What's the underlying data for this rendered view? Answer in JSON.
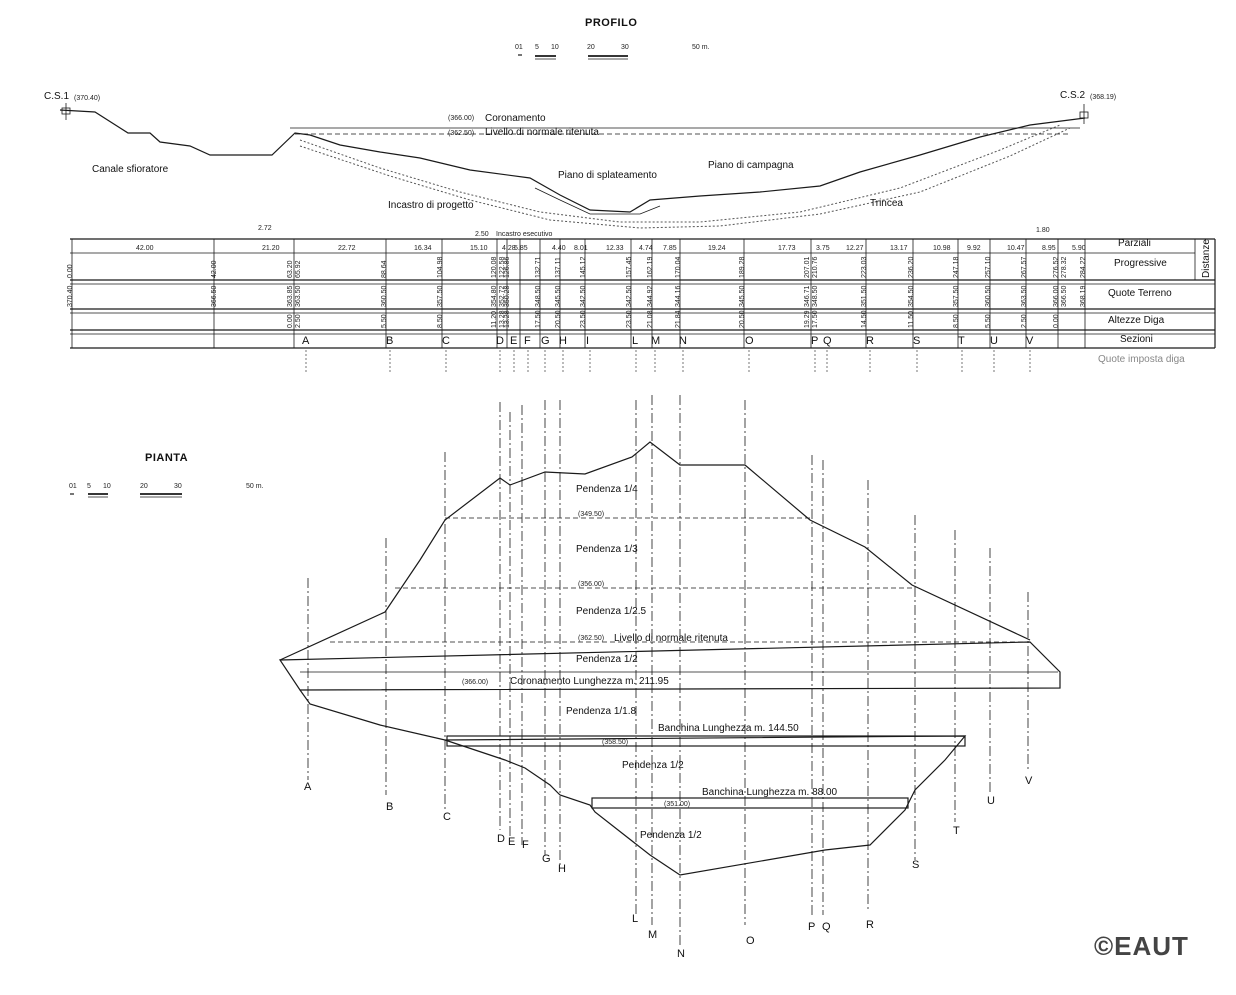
{
  "profile": {
    "title": "PROFILO",
    "scale_ticks": [
      "01",
      "5",
      "10",
      "20",
      "30"
    ],
    "scale_unit": "50 m.",
    "cs1": "C.S.1",
    "cs1_elev": "(370.40)",
    "cs2": "C.S.2",
    "cs2_elev": "(368.19)",
    "crest_elev": "(366.00)",
    "crest_label": "Coronamento",
    "normal_elev": "(362.50)",
    "normal_label": "Livello di normale ritenuta",
    "spillway": "Canale sfioratore",
    "plateau": "Piano di splateamento",
    "ground": "Piano di campagna",
    "design_key": "Incastro di progetto",
    "trench": "Trincea",
    "exec_key": "Incastro esecutivo",
    "v_272": "2.72",
    "v_250": "2.50",
    "v_180": "1.80",
    "partials": [
      "42.00",
      "21.20",
      "22.72",
      "16.34",
      "15.10",
      "4.28",
      "5.85",
      "4.40",
      "8.01",
      "12.33",
      "4.74",
      "7.85",
      "19.24",
      "17.73",
      "3.75",
      "12.27",
      "13.17",
      "10.98",
      "9.92",
      "10.47",
      "8.95",
      "5.90"
    ],
    "progressives": [
      "0.00",
      "42.00",
      "63.20\n65.92",
      "88.64",
      "104.98",
      "120.08\n122.58",
      "126.86",
      "132.71",
      "137.11",
      "145.12",
      "157.45",
      "162.19",
      "170.04",
      "189.28",
      "207.01\n210.76",
      "223.03",
      "236.20",
      "247.18",
      "257.10",
      "267.57",
      "276.52\n278.32",
      "284.22"
    ],
    "ground_levels": [
      "370.40",
      "366.50",
      "363.85\n363.50",
      "360.50",
      "357.50",
      "354.80\n352.72",
      "350.28",
      "348.50",
      "345.50",
      "342.50",
      "342.50",
      "344.92",
      "344.16",
      "345.50",
      "346.71\n348.50",
      "351.50",
      "354.50",
      "357.50",
      "360.50",
      "363.50",
      "366.00\n366.50",
      "368.19"
    ],
    "dam_heights": [
      "0.00\n2.50",
      "5.50",
      "8.50",
      "11.20\n13.28",
      "13.28",
      "17.50",
      "20.50",
      "23.50",
      "23.50",
      "21.08",
      "21.84",
      "20.50",
      "19.29\n17.50",
      "14.50",
      "11.50",
      "8.50",
      "5.50",
      "2.50",
      "0.00"
    ],
    "row_partials": "Parziali",
    "row_progressives": "Progressive",
    "row_distances": "Distanze",
    "row_ground": "Quote Terreno",
    "row_heights": "Altezze Diga",
    "row_sections": "Sezioni",
    "row_note": "Quote imposta diga",
    "sections": [
      "A",
      "B",
      "C",
      "D",
      "E",
      "F",
      "G",
      "H",
      "I",
      "L",
      "M",
      "N",
      "O",
      "P",
      "Q",
      "R",
      "S",
      "T",
      "U",
      "V"
    ]
  },
  "plan": {
    "title": "PIANTA",
    "scale_ticks": [
      "01",
      "5",
      "10",
      "20",
      "30"
    ],
    "scale_unit": "50 m.",
    "slope": "Pendenza",
    "s1": "1/4",
    "s2": "1/3",
    "s3": "1/2.5",
    "s4": "1/2",
    "s5": "1/1.8",
    "s6": "1/2",
    "s7": "1/2",
    "e1": "(349.50)",
    "e2": "(356.00)",
    "e3": "(362.50)",
    "e3_label": "Livello di normale ritenuta",
    "e4": "(366.00)",
    "crest": "Coronamento Lunghezza m. 211.95",
    "e5": "(358.50)",
    "berm1": "Banchina Lunghezza m. 144.50",
    "e6": "(351.00)",
    "berm2": "Banchina Lunghezza m. 88.00",
    "sections": [
      "A",
      "B",
      "C",
      "D",
      "E",
      "F",
      "G",
      "H",
      "L",
      "M",
      "N",
      "O",
      "P",
      "Q",
      "R",
      "S",
      "T",
      "U",
      "V"
    ]
  },
  "watermark": "©EAUT"
}
